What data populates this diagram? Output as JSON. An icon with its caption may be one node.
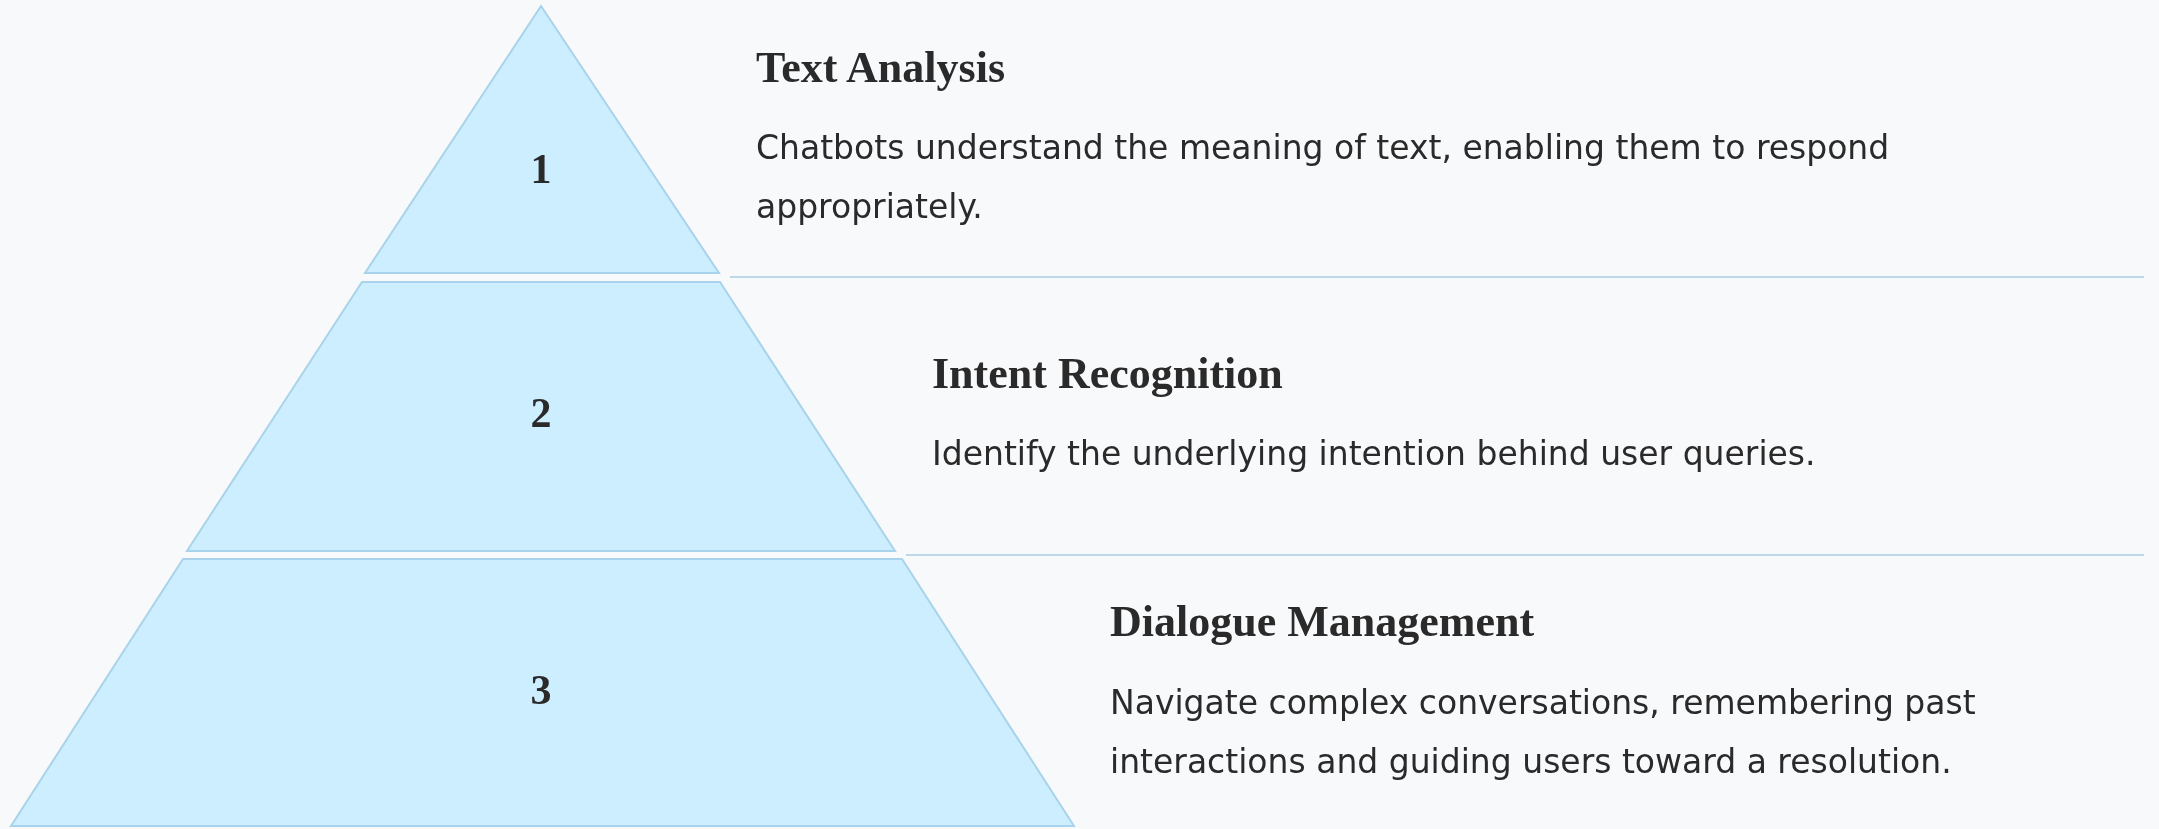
{
  "diagram": {
    "nodes": [
      {
        "text": [
          "1"
        ],
        "beside": [
          "Text Analysis",
          "Chatbots understand the meaning of text, enabling them to respond appropriately."
        ]
      },
      {
        "text": [
          "2"
        ],
        "beside": [
          "Intent Recognition",
          "Identify the underlying intention behind user queries."
        ]
      },
      {
        "text": [
          "3"
        ],
        "beside": [
          "Dialogue Management",
          "Navigate complex conversations, remembering past interactions and guiding users toward a resolution."
        ]
      }
    ]
  }
}
